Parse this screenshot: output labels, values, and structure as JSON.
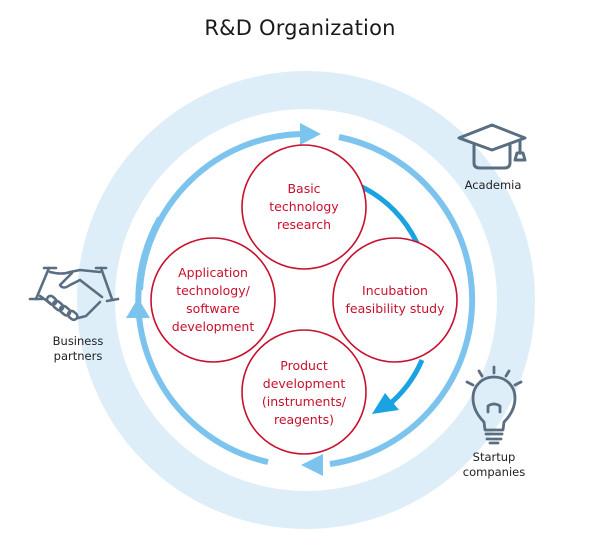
{
  "title": "R&D Organization",
  "colors": {
    "outer_ring": "#ddeef9",
    "cycle_arrow": "#7cc4ee",
    "inner_arrow": "#1aa3e0",
    "circle_stroke": "#c8102e",
    "circle_text": "#c8102e",
    "icon": "#5a6e82",
    "label_text": "#222222"
  },
  "stages": [
    {
      "id": "basic",
      "lines": [
        "Basic",
        "technology",
        "research"
      ]
    },
    {
      "id": "incubation",
      "lines": [
        "Incubation",
        "feasibility study"
      ]
    },
    {
      "id": "product",
      "lines": [
        "Product",
        "development",
        "(instruments/",
        "reagents)"
      ]
    },
    {
      "id": "application",
      "lines": [
        "Application",
        "technology/",
        "software",
        "development"
      ]
    }
  ],
  "partners": [
    {
      "id": "academia",
      "icon": "graduation-cap-icon",
      "lines": [
        "Academia"
      ]
    },
    {
      "id": "business",
      "icon": "handshake-icon",
      "lines": [
        "Business",
        "partners"
      ]
    },
    {
      "id": "startup",
      "icon": "lightbulb-icon",
      "lines": [
        "Startup",
        "companies"
      ]
    }
  ]
}
